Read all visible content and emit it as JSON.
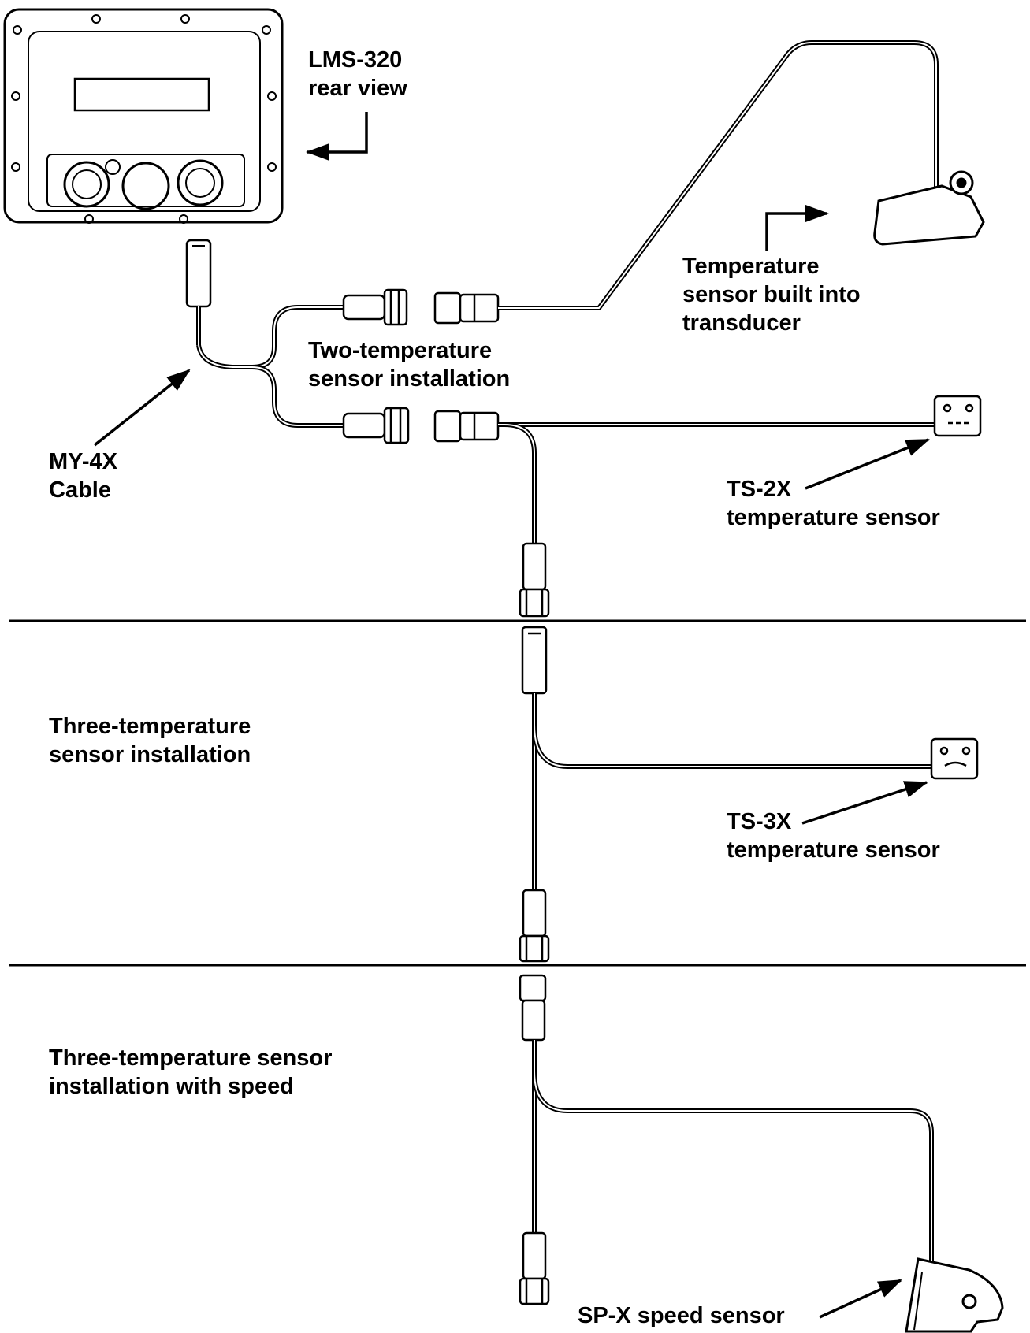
{
  "labels": {
    "lms_rear_view": [
      "LMS-320",
      "rear view"
    ],
    "temp_transducer": [
      "Temperature",
      "sensor built into",
      "transducer"
    ],
    "two_temp": [
      "Two-temperature",
      "sensor installation"
    ],
    "my4x_cable": [
      "MY-4X",
      "Cable"
    ],
    "ts2x": [
      "TS-2X",
      "temperature sensor"
    ],
    "three_temp": [
      "Three-temperature",
      "sensor installation"
    ],
    "ts3x": [
      "TS-3X",
      "temperature sensor"
    ],
    "three_temp_speed": [
      "Three-temperature sensor",
      "installation with speed"
    ],
    "spx": [
      "SP-X speed sensor"
    ]
  },
  "colors": {
    "line": "#000000",
    "background": "#ffffff"
  }
}
